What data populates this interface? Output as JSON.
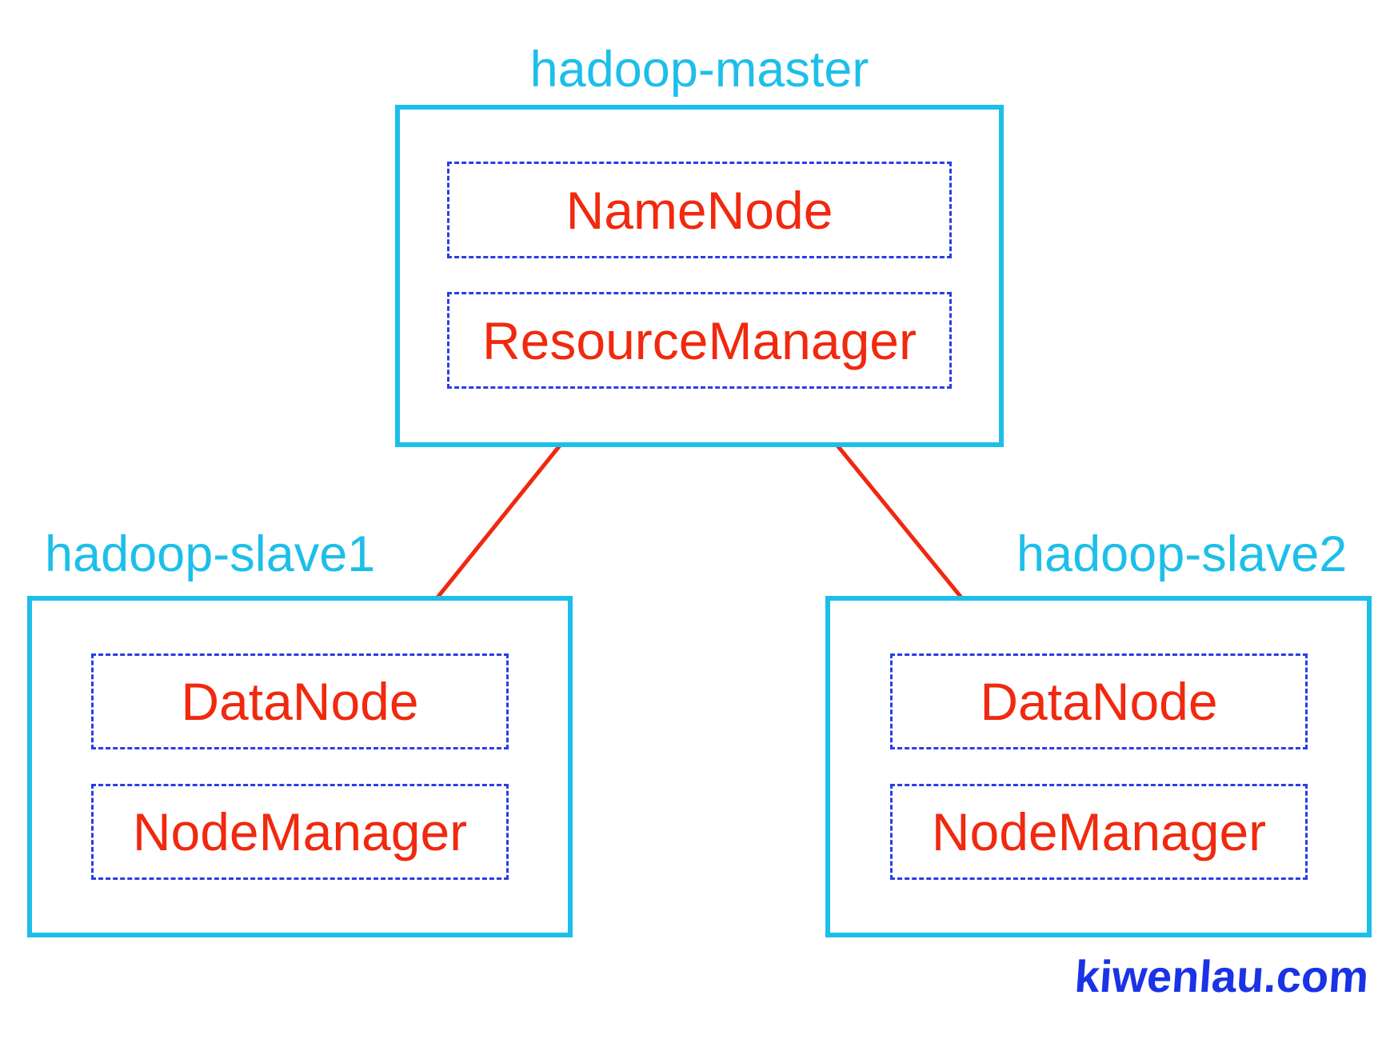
{
  "nodes": [
    {
      "label": "hadoop-master",
      "services": [
        "NameNode",
        "ResourceManager"
      ]
    },
    {
      "label": "hadoop-slave1",
      "services": [
        "DataNode",
        "NodeManager"
      ]
    },
    {
      "label": "hadoop-slave2",
      "services": [
        "DataNode",
        "NodeManager"
      ]
    }
  ],
  "links": [
    {
      "from": 0,
      "to": 1
    },
    {
      "from": 0,
      "to": 2
    }
  ],
  "watermark": "kiwenlau.com",
  "colors": {
    "host": "#1dbfe9",
    "service_text": "#f0290f",
    "service_border": "#2a3de6",
    "link": "#f0280f",
    "watermark": "#1a33e6"
  }
}
